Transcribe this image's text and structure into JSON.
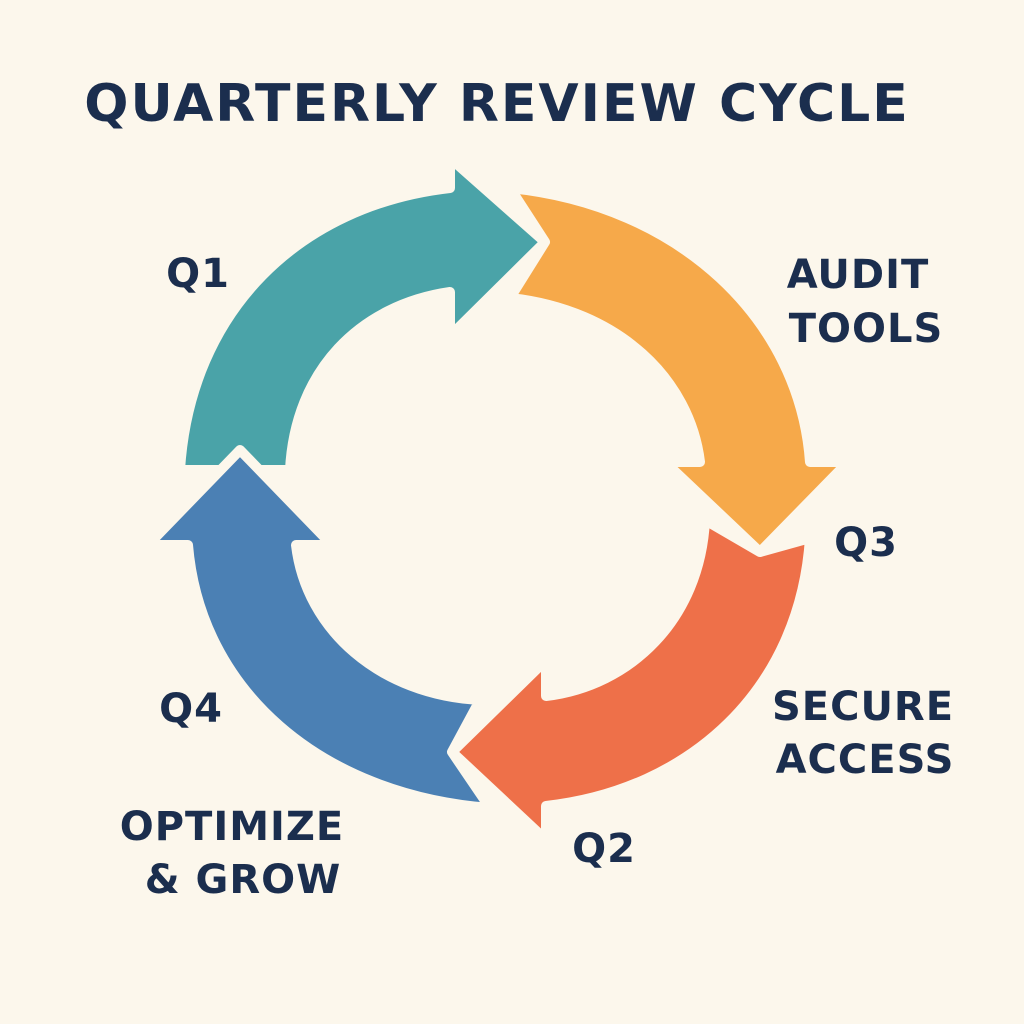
{
  "title": "QUARTERLY REVIEW CYCLE",
  "colors": {
    "background": "#FCF7EC",
    "text": "#1B2E4E",
    "q1_arrow": "#4AA3A8",
    "q3_arrow": "#F6A94A",
    "q2_arrow": "#EE7049",
    "q4_arrow": "#4B80B4"
  },
  "segments": [
    {
      "id": "q1",
      "quarter": "Q1",
      "description": "",
      "color": "q1_arrow",
      "icon": "arrow-right-curved-icon"
    },
    {
      "id": "q3",
      "quarter": "Q3",
      "description": [
        "AUDIT",
        "TOOLS"
      ],
      "color": "q3_arrow",
      "icon": "arrow-down-curved-icon"
    },
    {
      "id": "q2",
      "quarter": "Q2",
      "description": [
        "SECURE",
        "ACCESS"
      ],
      "color": "q2_arrow",
      "icon": "arrow-left-curved-icon"
    },
    {
      "id": "q4",
      "quarter": "Q4",
      "description": [
        "OPTIMIZE",
        "& GROW"
      ],
      "color": "q4_arrow",
      "icon": "arrow-up-curved-icon"
    }
  ]
}
